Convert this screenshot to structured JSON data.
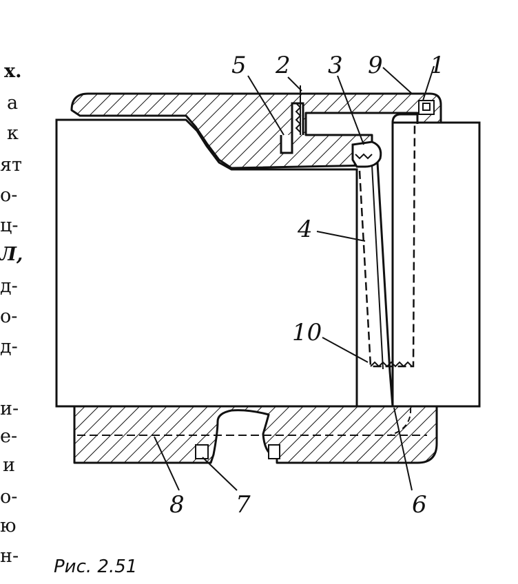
{
  "figure": {
    "caption": "Рис. 2.51",
    "labels": {
      "l1": "1",
      "l2": "2",
      "l3": "3",
      "l4": "4",
      "l5": "5",
      "l6": "6",
      "l7": "7",
      "l8": "8",
      "l9": "9",
      "l10": "10"
    }
  },
  "margin_text": [
    "х.",
    "а",
    "к",
    "ят",
    "о-",
    "ц-",
    "Л,",
    "д-",
    "о-",
    "д-",
    "и-",
    "е-",
    "и",
    "о-",
    "ю",
    "н-"
  ]
}
